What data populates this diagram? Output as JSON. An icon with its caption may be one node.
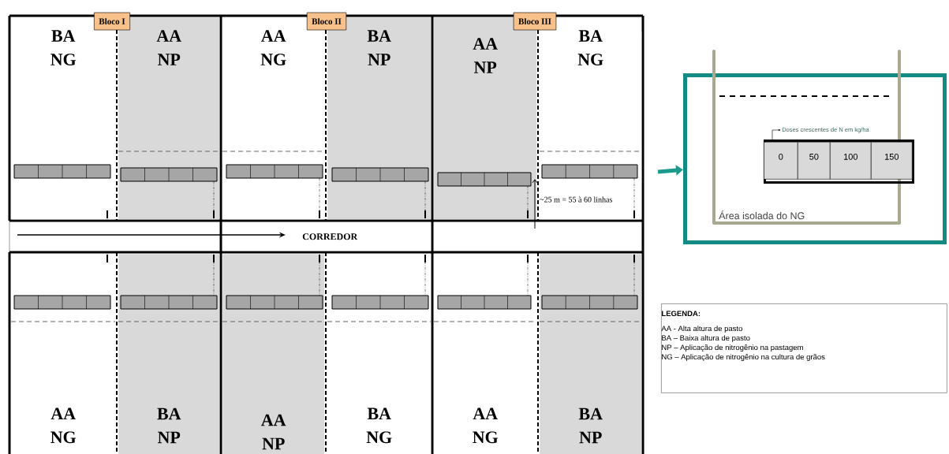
{
  "diagram": {
    "nodes": [
      {
        "text": [
          "Bloco I"
        ]
      },
      {
        "text": [
          "Bloco II"
        ]
      },
      {
        "text": [
          "Bloco III"
        ]
      },
      {
        "text": [
          "BA NG"
        ]
      },
      {
        "text": [
          "AA NP"
        ]
      },
      {
        "text": [
          "AA NG"
        ]
      },
      {
        "text": [
          "BA NP"
        ]
      },
      {
        "text": [
          "AA NP"
        ]
      },
      {
        "text": [
          "BA NG"
        ]
      },
      {
        "text": [
          "CORREDOR"
        ]
      },
      {
        "text": [
          "AA NG"
        ]
      },
      {
        "text": [
          "BA NP"
        ]
      },
      {
        "text": [
          "AA NP"
        ]
      },
      {
        "text": [
          "BA NG"
        ]
      },
      {
        "text": [
          "AA NG"
        ]
      },
      {
        "text": [
          "BA NP"
        ]
      },
      {
        "text": [],
        "shape": "box"
      },
      {
        "text": [
          "Área isolada do NG"
        ],
        "in": 16
      },
      {
        "text": [
          "Doses crescentes de N em kg/ha"
        ],
        "in": 17
      },
      {
        "text": [],
        "shape": "box",
        "in": 17
      },
      {
        "text": [
          "0"
        ],
        "in": 19
      },
      {
        "text": [
          "50"
        ],
        "in": 19
      },
      {
        "text": [
          "100"
        ],
        "in": 19
      },
      {
        "text": [
          "150"
        ],
        "in": 19
      },
      {
        "text": [
          "LEGENDA:",
          "AA - Alta altura de pasto",
          "BA – Baixa altura de pasto",
          "NP – Aplicação de nitrogênio na pastagem",
          "NG – Aplicação de nitrogênio na cultura de grãos"
        ]
      }
    ],
    "edges": [
      {
        "from": null,
        "to": 16,
        "arrow": "to",
        "style": "thick",
        "color": "#1a9a8c"
      },
      {
        "from": 19,
        "to": 18,
        "arrow": "to",
        "color": "#000000"
      }
    ],
    "labels": [
      "~25 m = 55 à 60 linhas"
    ]
  }
}
